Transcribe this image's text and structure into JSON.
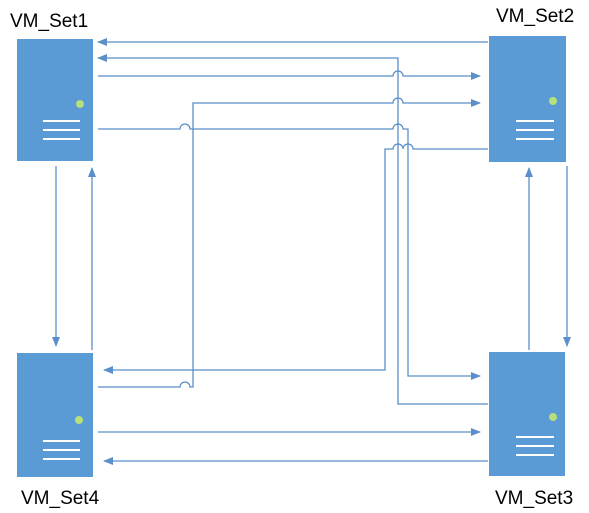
{
  "colors": {
    "server_fill": "#5b9bd5",
    "connector": "#5b8fc9",
    "status_led": "#b5e07a"
  },
  "icons": {
    "server": "server-icon"
  },
  "servers": [
    {
      "id": "vm1",
      "label": "VM_Set1"
    },
    {
      "id": "vm2",
      "label": "VM_Set2"
    },
    {
      "id": "vm3",
      "label": "VM_Set3"
    },
    {
      "id": "vm4",
      "label": "VM_Set4"
    }
  ],
  "connections": [
    {
      "from": "VM_Set2",
      "to": "VM_Set1"
    },
    {
      "from": "VM_Set3",
      "to": "VM_Set1"
    },
    {
      "from": "VM_Set1",
      "to": "VM_Set2"
    },
    {
      "from": "VM_Set4",
      "to": "VM_Set2"
    },
    {
      "from": "VM_Set1",
      "to": "VM_Set3"
    },
    {
      "from": "VM_Set2",
      "to": "VM_Set4"
    },
    {
      "from": "VM_Set1",
      "to": "VM_Set4"
    },
    {
      "from": "VM_Set4",
      "to": "VM_Set1"
    },
    {
      "from": "VM_Set3",
      "to": "VM_Set2"
    },
    {
      "from": "VM_Set2",
      "to": "VM_Set3"
    },
    {
      "from": "VM_Set4",
      "to": "VM_Set3"
    },
    {
      "from": "VM_Set3",
      "to": "VM_Set4"
    }
  ]
}
